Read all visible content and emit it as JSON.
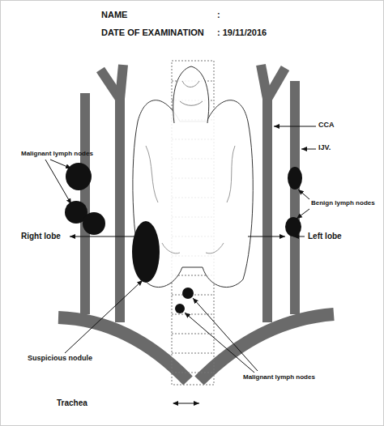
{
  "diagram": {
    "labels": [
      "NAME",
      ":",
      "DATE OF EXAMINATION",
      ": 19/11/2016",
      "Malignant lymph nodes",
      "CCA",
      "IJV.",
      "Benign lymph nodes",
      "Right lobe",
      "Left lobe",
      "Suspicious nodule",
      "Trachea",
      "Malignant lymph nodes"
    ]
  }
}
